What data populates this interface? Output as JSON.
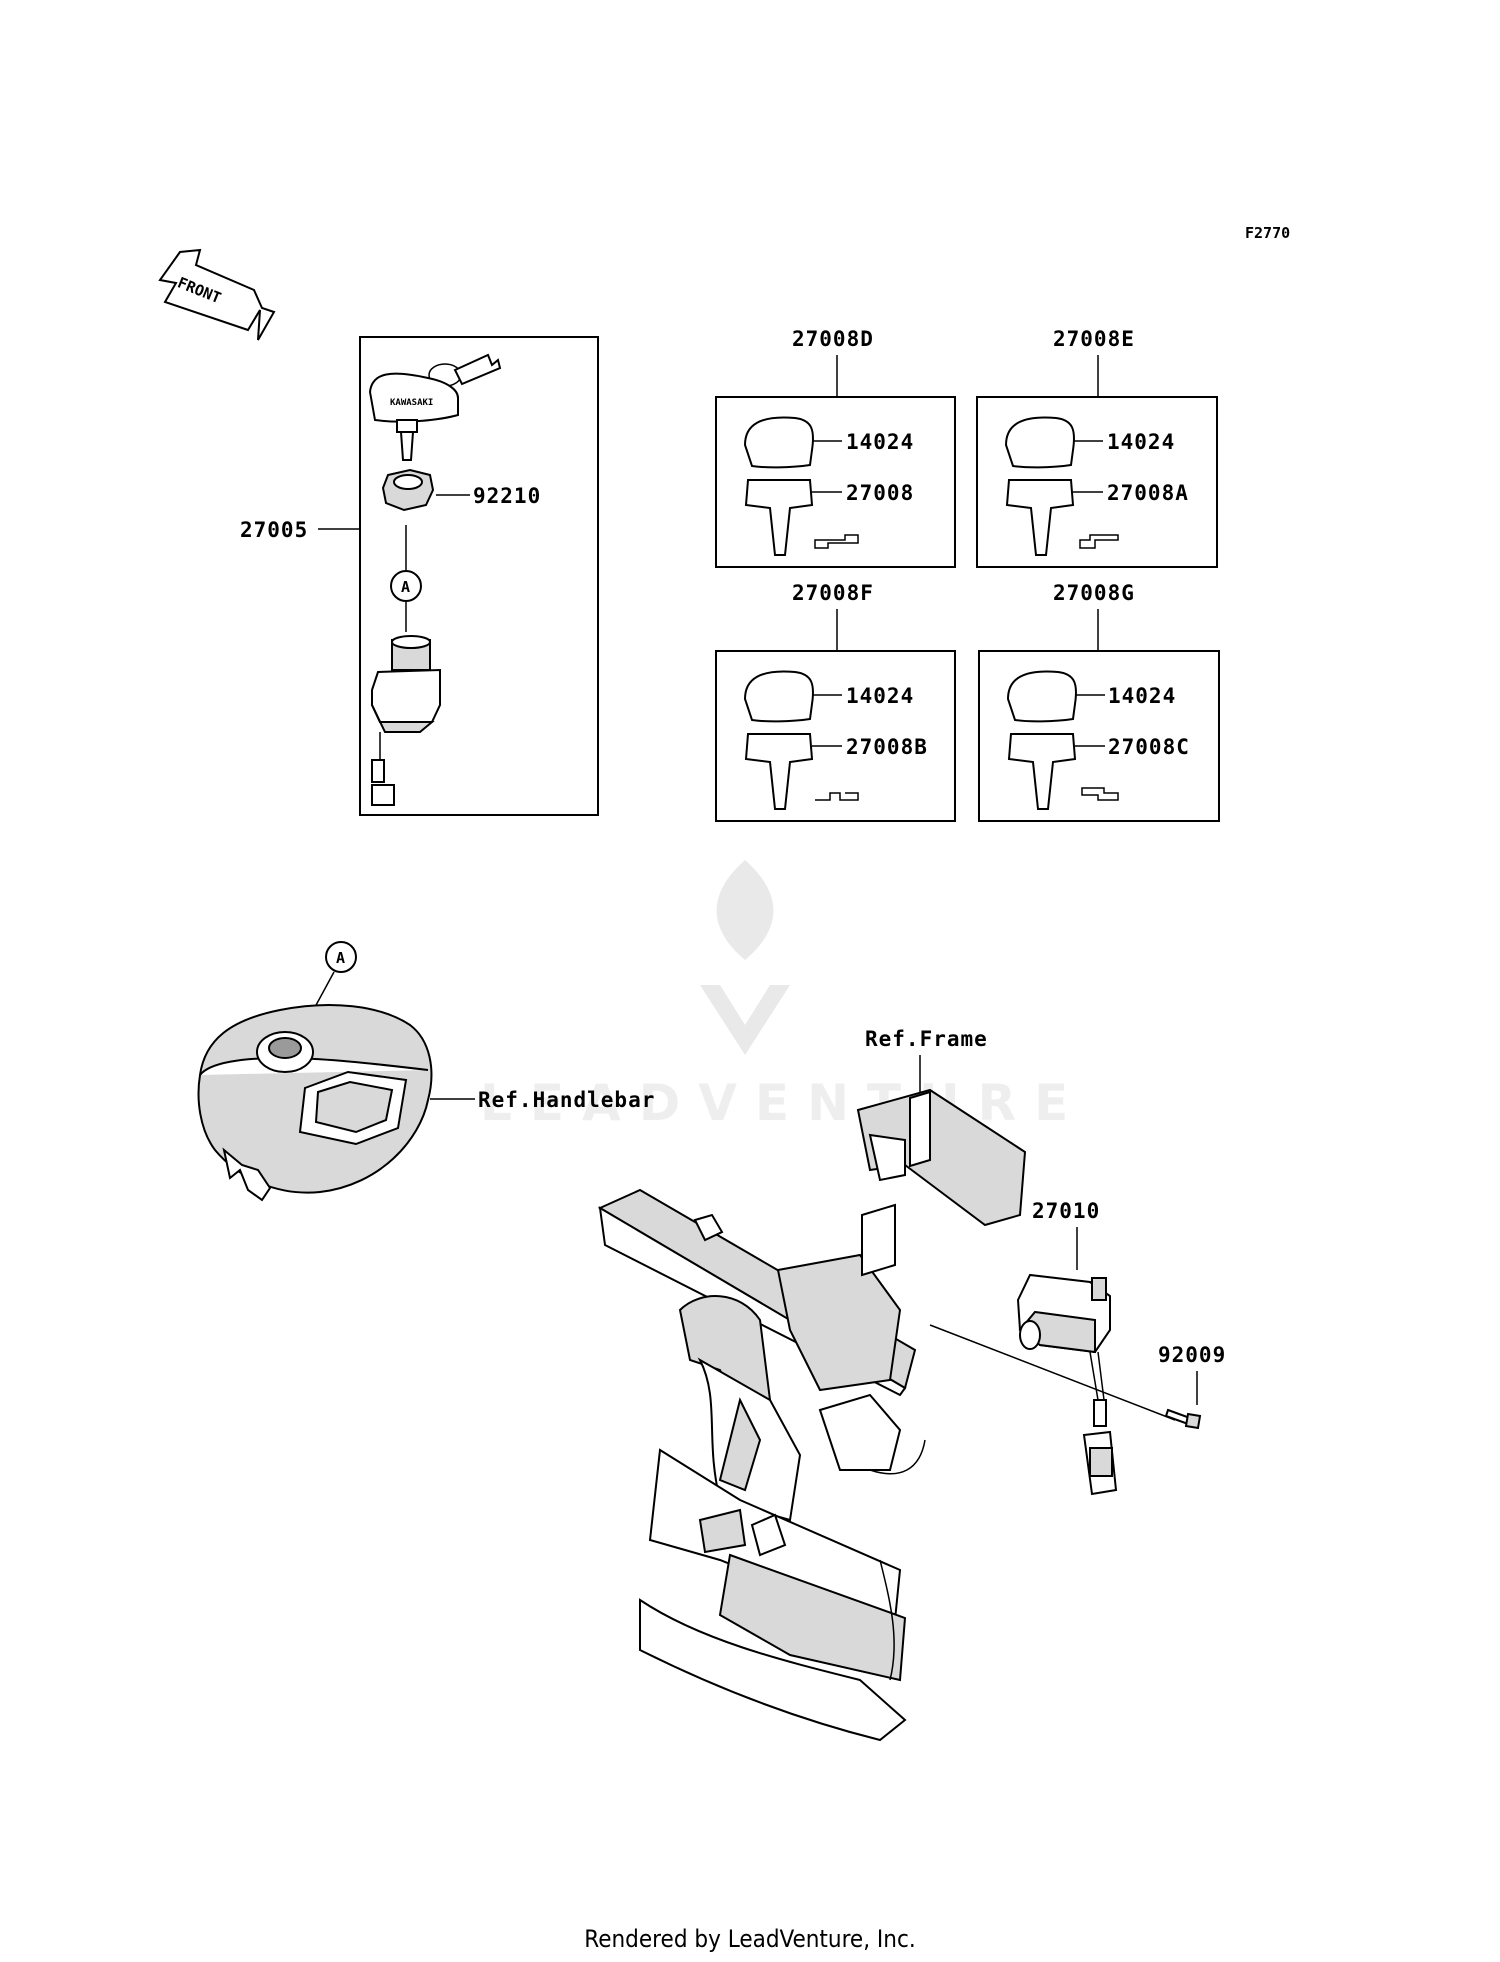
{
  "figure_code": "F2770",
  "front_label": "FRONT",
  "callout_letter": "A",
  "key_brand_text": "KAWASAKI",
  "assembly_main": {
    "part": "27005",
    "nut": "92210"
  },
  "key_sets": [
    {
      "set": "27008D",
      "cap": "14024",
      "key": "27008"
    },
    {
      "set": "27008E",
      "cap": "14024",
      "key": "27008A"
    },
    {
      "set": "27008F",
      "cap": "14024",
      "key": "27008B"
    },
    {
      "set": "27008G",
      "cap": "14024",
      "key": "27008C"
    }
  ],
  "lower": {
    "ref_handlebar": "Ref.Handlebar",
    "ref_frame": "Ref.Frame",
    "relay": "27010",
    "bolt": "92009"
  },
  "watermark": "LEADVENTURE",
  "footer": "Rendered by LeadVenture, Inc."
}
